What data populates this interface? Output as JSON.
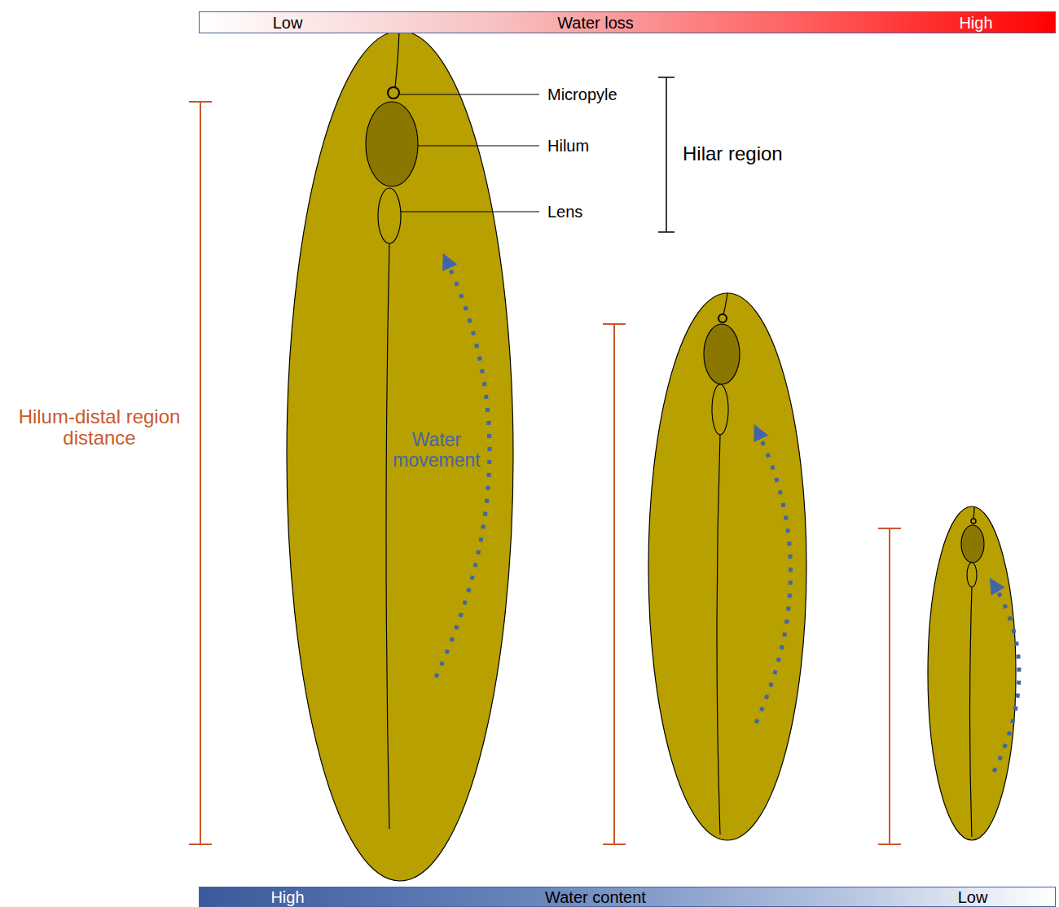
{
  "diagram": {
    "nodes": [
      {
        "text": [
          "Low",
          "Water loss",
          "High"
        ]
      },
      {
        "text": [
          "High",
          "Water content",
          "Low"
        ]
      }
    ],
    "labels": [
      "Micropyle",
      "Hilum",
      "Lens",
      "Hilar region",
      "Hilum-distal region distance",
      "Water movement"
    ]
  }
}
